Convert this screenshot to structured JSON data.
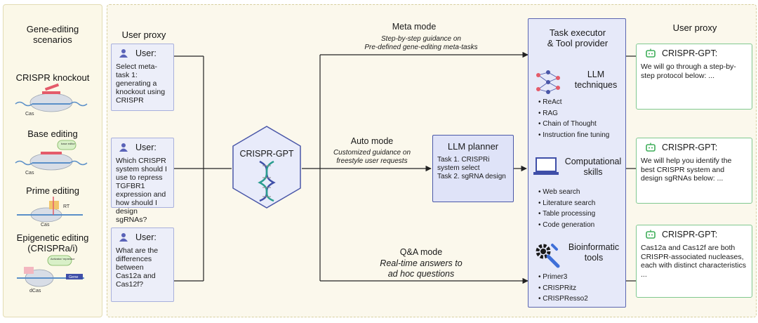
{
  "left_panel": {
    "header": "Gene-editing scenarios",
    "scenarios": [
      "CRISPR knockout",
      "Base editing",
      "Prime editing",
      "Epigenetic editing (CRISPRa/i)"
    ],
    "illustration_labels": {
      "knockout": [
        "Cas"
      ],
      "base": [
        "Cas",
        "base editor"
      ],
      "prime": [
        "RT",
        "Cas"
      ],
      "epigenetic": [
        "Activator/ repressor",
        "Gene",
        "dCas"
      ]
    }
  },
  "user_proxy_left": {
    "header": "User proxy",
    "boxes": [
      {
        "who": "User:",
        "text": "Select meta-task 1: generating a knockout using CRISPR"
      },
      {
        "who": "User:",
        "text": "Which CRISPR system should I use to repress TGFBR1 expression and how should I design sgRNAs?"
      },
      {
        "who": "User:",
        "text": "What are the differences between Cas12a and Cas12f?"
      }
    ]
  },
  "center": {
    "label": "CRISPR-GPT"
  },
  "modes": {
    "meta": {
      "title": "Meta mode",
      "desc_1": "Step-by-step guidance on",
      "desc_2": "Pre-defined gene-editing meta-tasks"
    },
    "auto": {
      "title": "Auto mode",
      "desc_1": "Customized guidance on",
      "desc_2": "freestyle user requests"
    },
    "qa": {
      "title": "Q&A mode",
      "desc_1": "Real-time answers to",
      "desc_2": "ad hoc questions"
    }
  },
  "planner": {
    "title": "LLM planner",
    "line_1": "Task 1. CRISPRi",
    "line_2": "system select",
    "line_3": "Task 2. sgRNA design"
  },
  "executor": {
    "title_1": "Task executor",
    "title_2": "& Tool provider",
    "sections": [
      {
        "title_1": "LLM",
        "title_2": "techniques",
        "items": [
          "ReAct",
          "RAG",
          "Chain of Thought",
          "Instruction fine tuning"
        ]
      },
      {
        "title_1": "Computational",
        "title_2": "skills",
        "items": [
          "Web search",
          "Literature search",
          "Table processing",
          "Code generation"
        ]
      },
      {
        "title_1": "Bioinformatic",
        "title_2": "tools",
        "items": [
          "Primer3",
          "CRISPRitz",
          "CRISPResso2"
        ]
      }
    ]
  },
  "user_proxy_right": {
    "header": "User proxy",
    "boxes": [
      {
        "who": "CRISPR-GPT:",
        "text": "We will go through a step-by-step protocol below: ..."
      },
      {
        "who": "CRISPR-GPT:",
        "text": "We will help you identify the best CRISPR system and design sgRNAs below: ..."
      },
      {
        "who": "CRISPR-GPT:",
        "text": "Cas12a and Cas12f are both CRISPR-associated nucleases, each with distinct characteristics ..."
      }
    ]
  },
  "colors": {
    "user_box": "#eceef9",
    "user_icon": "#5a63b8",
    "gpt_border": "#7fc88f",
    "gpt_icon": "#3fae5a",
    "hexagon": "#e8ebfa",
    "dna_blue": "#3f4fa8",
    "dna_teal": "#2a9d8f"
  }
}
